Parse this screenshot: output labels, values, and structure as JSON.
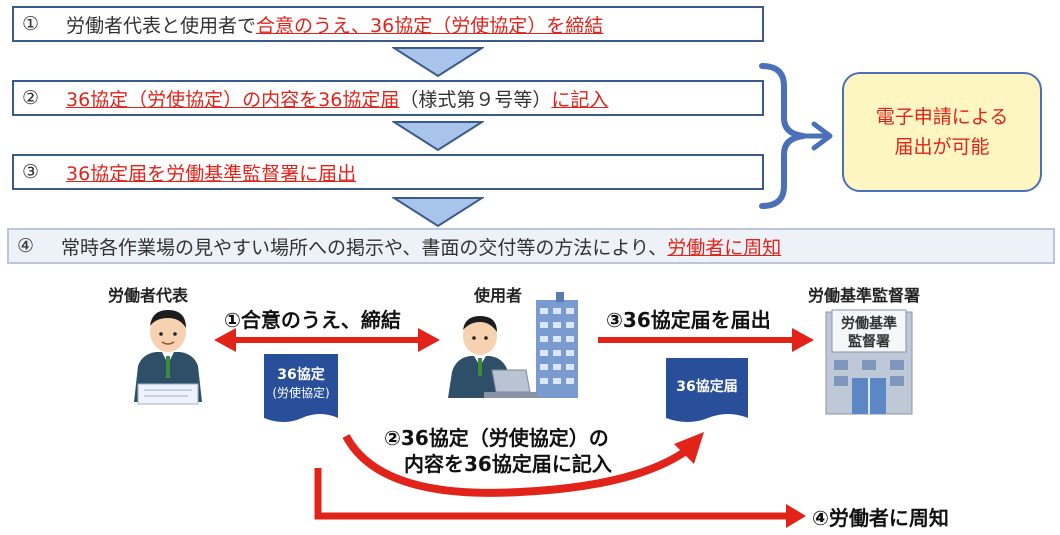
{
  "steps": [
    {
      "num": "①",
      "plain": "労働者代表と使用者で",
      "red": "合意のうえ、36協定（労使協定）を締結"
    },
    {
      "num": "②",
      "red": "36協定（労使協定）の内容を36協定届",
      "plain": "（様式第９号等）",
      "red2": "に記入"
    },
    {
      "num": "③",
      "red": "36協定届を労働基準監督署に届出"
    },
    {
      "num": "④",
      "plain": "常時各作業場の見やすい場所への掲示や、書面の交付等の方法により、",
      "red": "労働者に周知"
    }
  ],
  "bubble": {
    "line1": "電子申請による",
    "line2": "届出が可能"
  },
  "actors": {
    "worker_rep": "労働者代表",
    "employer": "使用者",
    "office": "労働基準監督署"
  },
  "flow": {
    "agree": "①合意のうえ、締結",
    "submit": "③36協定届を届出",
    "fill_line1": "②36協定（労使協定）の",
    "fill_line2": "内容を36協定届に記入",
    "notify": "④労働者に周知"
  },
  "docs": {
    "agreement_line1": "36協定",
    "agreement_line2": "(労使協定)",
    "form": "36協定届"
  },
  "office_sign": {
    "line1": "労働基準",
    "line2": "監督署"
  },
  "colors": {
    "accent_red": "#e2231a",
    "frame_blue": "#3a5a8c",
    "triangle": "#a9c4ea",
    "bubble_fill": "#fdf6c3",
    "doc_blue": "#2a4f9a"
  }
}
